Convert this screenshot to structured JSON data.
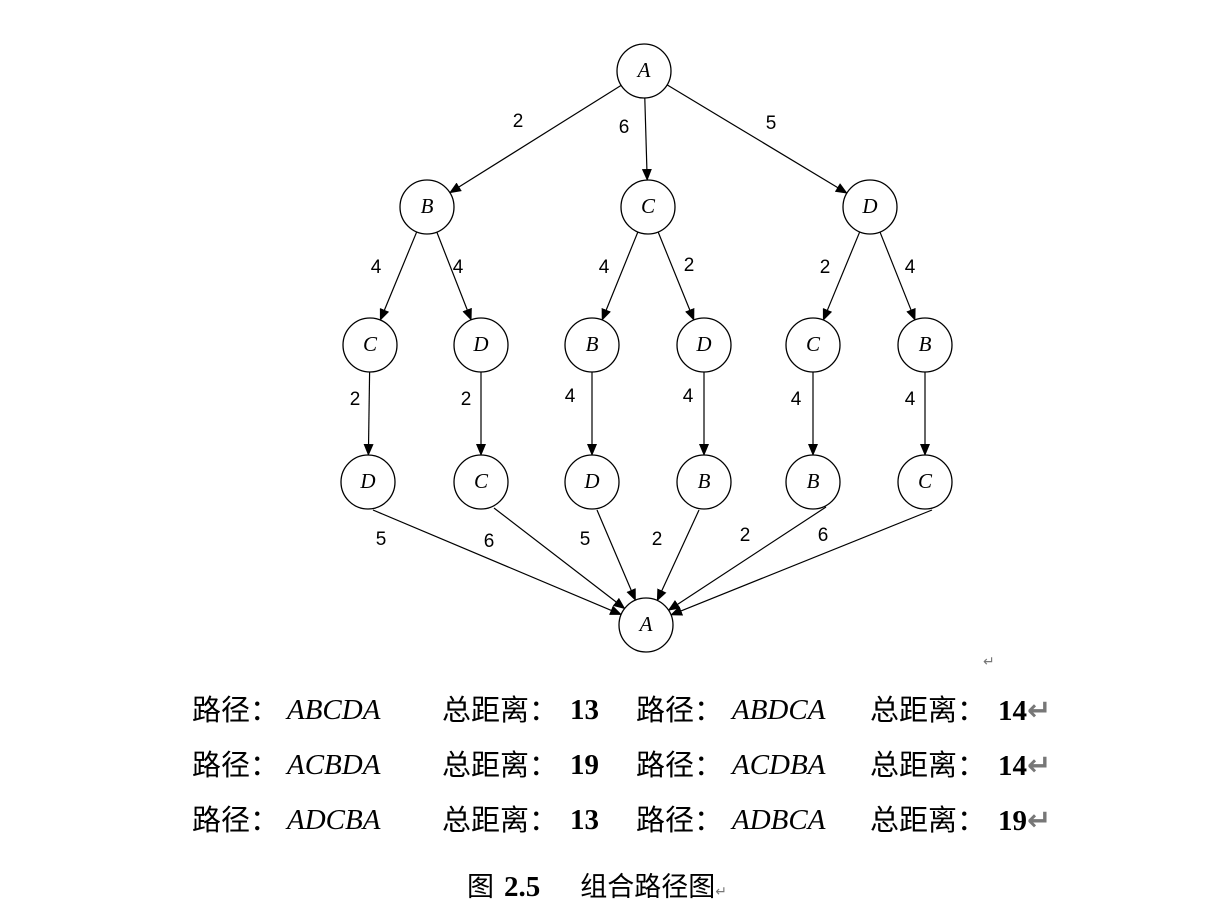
{
  "diagram": {
    "nodes": [
      {
        "id": "n0",
        "label": "A"
      },
      {
        "id": "n1",
        "label": "B"
      },
      {
        "id": "n2",
        "label": "C"
      },
      {
        "id": "n3",
        "label": "D"
      },
      {
        "id": "n4",
        "label": "C"
      },
      {
        "id": "n5",
        "label": "D"
      },
      {
        "id": "n6",
        "label": "B"
      },
      {
        "id": "n7",
        "label": "D"
      },
      {
        "id": "n8",
        "label": "C"
      },
      {
        "id": "n9",
        "label": "B"
      },
      {
        "id": "n10",
        "label": "D"
      },
      {
        "id": "n11",
        "label": "C"
      },
      {
        "id": "n12",
        "label": "D"
      },
      {
        "id": "n13",
        "label": "B"
      },
      {
        "id": "n14",
        "label": "B"
      },
      {
        "id": "n15",
        "label": "C"
      },
      {
        "id": "n16",
        "label": "A"
      }
    ],
    "edges": [
      {
        "from": "n0",
        "to": "n1",
        "weight": "2"
      },
      {
        "from": "n0",
        "to": "n2",
        "weight": "6"
      },
      {
        "from": "n0",
        "to": "n3",
        "weight": "5"
      },
      {
        "from": "n1",
        "to": "n4",
        "weight": "4"
      },
      {
        "from": "n1",
        "to": "n5",
        "weight": "4"
      },
      {
        "from": "n2",
        "to": "n6",
        "weight": "4"
      },
      {
        "from": "n2",
        "to": "n7",
        "weight": "2"
      },
      {
        "from": "n3",
        "to": "n8",
        "weight": "2"
      },
      {
        "from": "n3",
        "to": "n9",
        "weight": "4"
      },
      {
        "from": "n4",
        "to": "n10",
        "weight": "2"
      },
      {
        "from": "n5",
        "to": "n11",
        "weight": "2"
      },
      {
        "from": "n6",
        "to": "n12",
        "weight": "4"
      },
      {
        "from": "n7",
        "to": "n13",
        "weight": "4"
      },
      {
        "from": "n8",
        "to": "n14",
        "weight": "4"
      },
      {
        "from": "n9",
        "to": "n15",
        "weight": "4"
      },
      {
        "from": "n10",
        "to": "n16",
        "weight": "5"
      },
      {
        "from": "n11",
        "to": "n16",
        "weight": "6"
      },
      {
        "from": "n12",
        "to": "n16",
        "weight": "5"
      },
      {
        "from": "n13",
        "to": "n16",
        "weight": "2"
      },
      {
        "from": "n14",
        "to": "n16",
        "weight": "2"
      },
      {
        "from": "n15",
        "to": "n16",
        "weight": "6"
      }
    ]
  },
  "routes": {
    "path_label": "路径：",
    "distance_label": "总距离：",
    "rows": [
      {
        "path1": "ABCDA",
        "dist1": "13",
        "path2": "ABDCA",
        "dist2": "14"
      },
      {
        "path1": "ACBDA",
        "dist1": "19",
        "path2": "ACDBA",
        "dist2": "14"
      },
      {
        "path1": "ADCBA",
        "dist1": "13",
        "path2": "ADBCA",
        "dist2": "19"
      }
    ]
  },
  "caption": {
    "prefix": "图",
    "number": "2.5",
    "title": "组合路径图"
  },
  "marks": {
    "paragraph": "↵"
  }
}
